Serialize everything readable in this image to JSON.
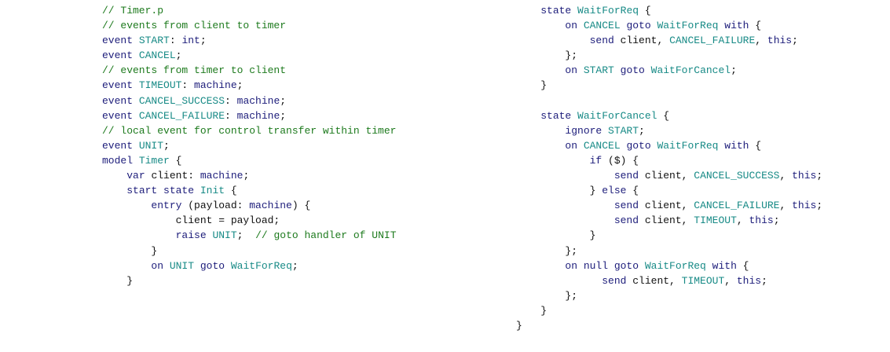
{
  "colors": {
    "keyword": "#1c1c7a",
    "identifier": "#178a86",
    "comment": "#1d7a1d",
    "plain": "#111111"
  },
  "left_listing": [
    [
      [
        "c",
        "// Timer.p"
      ]
    ],
    [
      [
        "c",
        "// events from client to timer"
      ]
    ],
    [
      [
        "k",
        "event "
      ],
      [
        "i",
        "START"
      ],
      [
        "p",
        ": "
      ],
      [
        "k",
        "int"
      ],
      [
        "p",
        ";"
      ]
    ],
    [
      [
        "k",
        "event "
      ],
      [
        "i",
        "CANCEL"
      ],
      [
        "p",
        ";"
      ]
    ],
    [
      [
        "c",
        "// events from timer to client"
      ]
    ],
    [
      [
        "k",
        "event "
      ],
      [
        "i",
        "TIMEOUT"
      ],
      [
        "p",
        ": "
      ],
      [
        "k",
        "machine"
      ],
      [
        "p",
        ";"
      ]
    ],
    [
      [
        "k",
        "event "
      ],
      [
        "i",
        "CANCEL_SUCCESS"
      ],
      [
        "p",
        ": "
      ],
      [
        "k",
        "machine"
      ],
      [
        "p",
        ";"
      ]
    ],
    [
      [
        "k",
        "event "
      ],
      [
        "i",
        "CANCEL_FAILURE"
      ],
      [
        "p",
        ": "
      ],
      [
        "k",
        "machine"
      ],
      [
        "p",
        ";"
      ]
    ],
    [
      [
        "c",
        "// local event for control transfer within timer"
      ]
    ],
    [
      [
        "k",
        "event "
      ],
      [
        "i",
        "UNIT"
      ],
      [
        "p",
        ";"
      ]
    ],
    [
      [
        "k",
        "model "
      ],
      [
        "i",
        "Timer"
      ],
      [
        "p",
        " {"
      ]
    ],
    [
      [
        "p",
        "    "
      ],
      [
        "k",
        "var "
      ],
      [
        "p",
        "client: "
      ],
      [
        "k",
        "machine"
      ],
      [
        "p",
        ";"
      ]
    ],
    [
      [
        "p",
        "    "
      ],
      [
        "k",
        "start state "
      ],
      [
        "i",
        "Init"
      ],
      [
        "p",
        " {"
      ]
    ],
    [
      [
        "p",
        "        "
      ],
      [
        "k",
        "entry "
      ],
      [
        "p",
        "(payload: "
      ],
      [
        "k",
        "machine"
      ],
      [
        "p",
        ") {"
      ]
    ],
    [
      [
        "p",
        "            client = payload;"
      ]
    ],
    [
      [
        "p",
        "            "
      ],
      [
        "k",
        "raise "
      ],
      [
        "i",
        "UNIT"
      ],
      [
        "p",
        ";  "
      ],
      [
        "c",
        "// goto handler of UNIT"
      ]
    ],
    [
      [
        "p",
        "        }"
      ]
    ],
    [
      [
        "p",
        "        "
      ],
      [
        "k",
        "on "
      ],
      [
        "i",
        "UNIT"
      ],
      [
        "k",
        " goto "
      ],
      [
        "i",
        "WaitForReq"
      ],
      [
        "p",
        ";"
      ]
    ],
    [
      [
        "p",
        "    }"
      ]
    ]
  ],
  "right_listing": [
    [
      [
        "p",
        "    "
      ],
      [
        "k",
        "state "
      ],
      [
        "i",
        "WaitForReq"
      ],
      [
        "p",
        " {"
      ]
    ],
    [
      [
        "p",
        "        "
      ],
      [
        "k",
        "on "
      ],
      [
        "i",
        "CANCEL"
      ],
      [
        "k",
        " goto "
      ],
      [
        "i",
        "WaitForReq"
      ],
      [
        "k",
        " with "
      ],
      [
        "p",
        "{"
      ]
    ],
    [
      [
        "p",
        "            "
      ],
      [
        "k",
        "send "
      ],
      [
        "p",
        "client, "
      ],
      [
        "i",
        "CANCEL_FAILURE"
      ],
      [
        "p",
        ", "
      ],
      [
        "k",
        "this"
      ],
      [
        "p",
        ";"
      ]
    ],
    [
      [
        "p",
        "        };"
      ]
    ],
    [
      [
        "p",
        "        "
      ],
      [
        "k",
        "on "
      ],
      [
        "i",
        "START"
      ],
      [
        "k",
        " goto "
      ],
      [
        "i",
        "WaitForCancel"
      ],
      [
        "p",
        ";"
      ]
    ],
    [
      [
        "p",
        "    }"
      ]
    ],
    [
      [
        "p",
        " "
      ]
    ],
    [
      [
        "p",
        "    "
      ],
      [
        "k",
        "state "
      ],
      [
        "i",
        "WaitForCancel"
      ],
      [
        "p",
        " {"
      ]
    ],
    [
      [
        "p",
        "        "
      ],
      [
        "k",
        "ignore "
      ],
      [
        "i",
        "START"
      ],
      [
        "p",
        ";"
      ]
    ],
    [
      [
        "p",
        "        "
      ],
      [
        "k",
        "on "
      ],
      [
        "i",
        "CANCEL"
      ],
      [
        "k",
        " goto "
      ],
      [
        "i",
        "WaitForReq"
      ],
      [
        "k",
        " with "
      ],
      [
        "p",
        "{"
      ]
    ],
    [
      [
        "p",
        "            "
      ],
      [
        "k",
        "if "
      ],
      [
        "p",
        "($) {"
      ]
    ],
    [
      [
        "p",
        "                "
      ],
      [
        "k",
        "send "
      ],
      [
        "p",
        "client, "
      ],
      [
        "i",
        "CANCEL_SUCCESS"
      ],
      [
        "p",
        ", "
      ],
      [
        "k",
        "this"
      ],
      [
        "p",
        ";"
      ]
    ],
    [
      [
        "p",
        "            } "
      ],
      [
        "k",
        "else "
      ],
      [
        "p",
        "{"
      ]
    ],
    [
      [
        "p",
        "                "
      ],
      [
        "k",
        "send "
      ],
      [
        "p",
        "client, "
      ],
      [
        "i",
        "CANCEL_FAILURE"
      ],
      [
        "p",
        ", "
      ],
      [
        "k",
        "this"
      ],
      [
        "p",
        ";"
      ]
    ],
    [
      [
        "p",
        "                "
      ],
      [
        "k",
        "send "
      ],
      [
        "p",
        "client, "
      ],
      [
        "i",
        "TIMEOUT"
      ],
      [
        "p",
        ", "
      ],
      [
        "k",
        "this"
      ],
      [
        "p",
        ";"
      ]
    ],
    [
      [
        "p",
        "            }"
      ]
    ],
    [
      [
        "p",
        "        };"
      ]
    ],
    [
      [
        "p",
        "        "
      ],
      [
        "k",
        "on null goto "
      ],
      [
        "i",
        "WaitForReq"
      ],
      [
        "k",
        " with "
      ],
      [
        "p",
        "{"
      ]
    ],
    [
      [
        "p",
        "              "
      ],
      [
        "k",
        "send "
      ],
      [
        "p",
        "client, "
      ],
      [
        "i",
        "TIMEOUT"
      ],
      [
        "p",
        ", "
      ],
      [
        "k",
        "this"
      ],
      [
        "p",
        ";"
      ]
    ],
    [
      [
        "p",
        "        };"
      ]
    ],
    [
      [
        "p",
        "    }"
      ]
    ],
    [
      [
        "p",
        "}"
      ]
    ]
  ]
}
